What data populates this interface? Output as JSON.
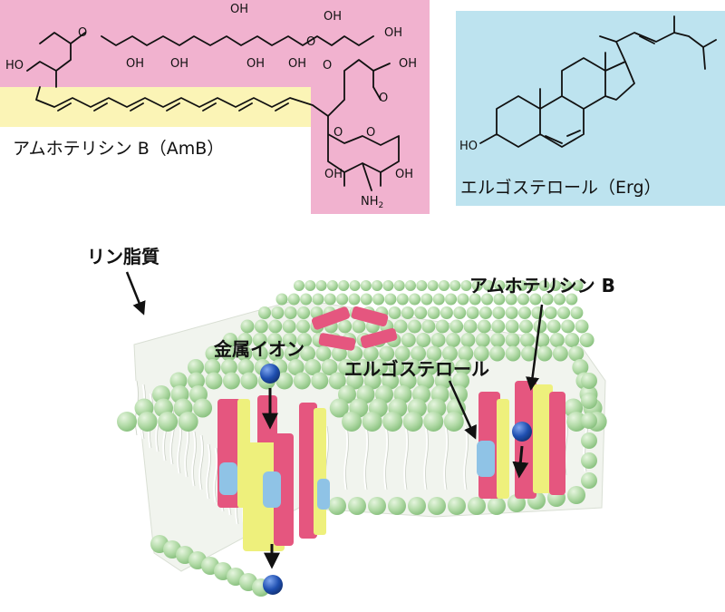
{
  "molecules": {
    "amb": {
      "name": "アムホテリシン B（AmB）",
      "atoms": {
        "oh": "OH",
        "o": "O",
        "nh2": "NH",
        "nh2_sub": "2"
      }
    },
    "erg": {
      "name": "エルゴステロール（Erg）",
      "atoms": {
        "ho": "HO"
      }
    }
  },
  "membrane": {
    "labels": {
      "phospholipid": "リン脂質",
      "metal_ion": "金属イオン",
      "ergosterol": "エルゴステロール",
      "amphotericin": "アムホテリシン B"
    }
  },
  "colors": {
    "amb_panel": "#f1b2cf",
    "polyene_band": "#fbf4b6",
    "erg_panel": "#bde3ef",
    "lipid_head": "#b3dba8",
    "lipid_tail": "#ffffff",
    "channel_pink": "#e5567f",
    "channel_yellow": "#eef07c",
    "ergosterol_blue": "#8fc3e6",
    "metal_ion": "#1f4fb0"
  }
}
